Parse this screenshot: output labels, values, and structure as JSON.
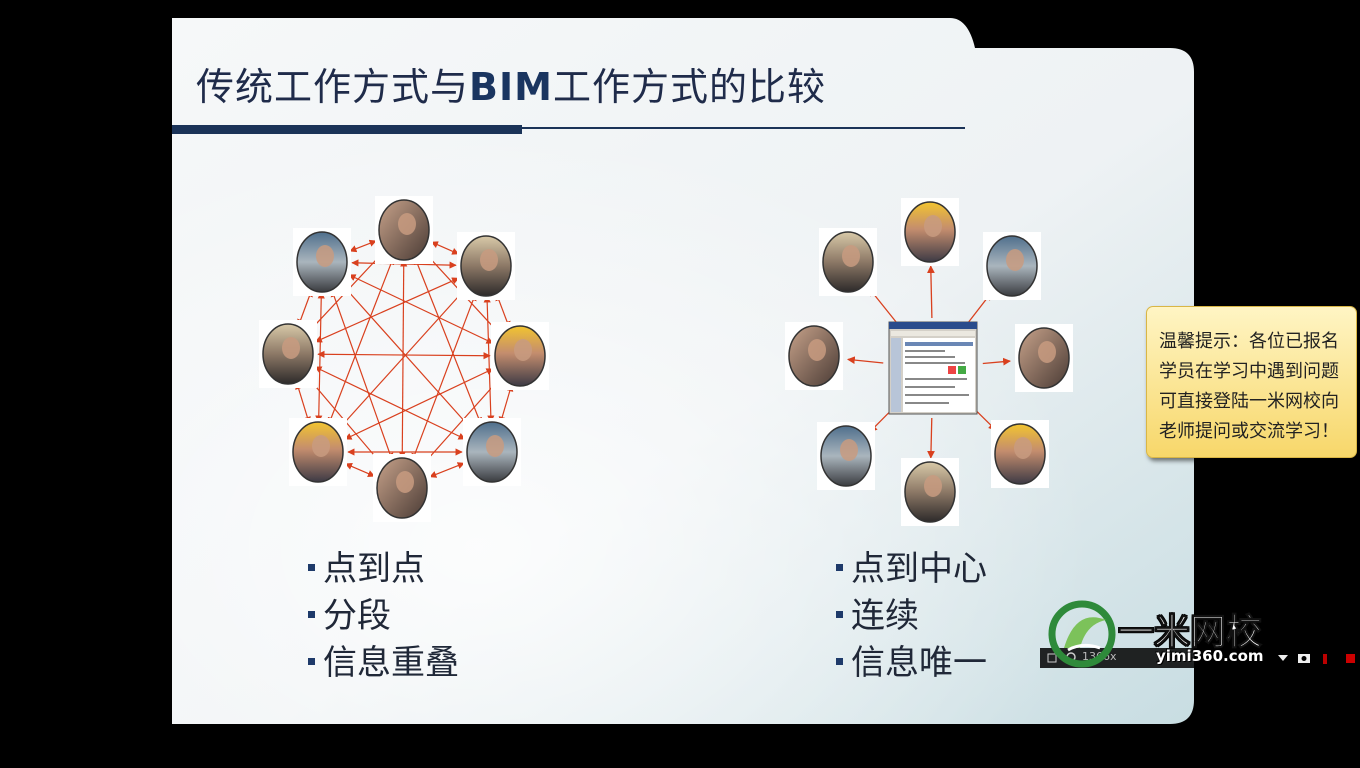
{
  "slide": {
    "title_part1": "传统工作方式与",
    "title_bim": "BIM",
    "title_part2": "工作方式的比较"
  },
  "left_bullets": [
    "点到点",
    "分段",
    "信息重叠"
  ],
  "right_bullets": [
    "点到中心",
    "连续",
    "信息唯一"
  ],
  "tip": {
    "lines": [
      "温馨提示：各位已报名",
      "学员在学习中遇到问题",
      "可直接登陆一米网校向",
      "老师提问或交流学习！"
    ]
  },
  "watermark": {
    "name": "一米网校",
    "url": "yimi360.com"
  },
  "player_bar": {
    "resolution": "1366x"
  },
  "colors": {
    "arrow": "#d9401e",
    "title": "#1f2b4a",
    "title_bar": "#1b3358",
    "tip_bg": "#fbe28a"
  }
}
